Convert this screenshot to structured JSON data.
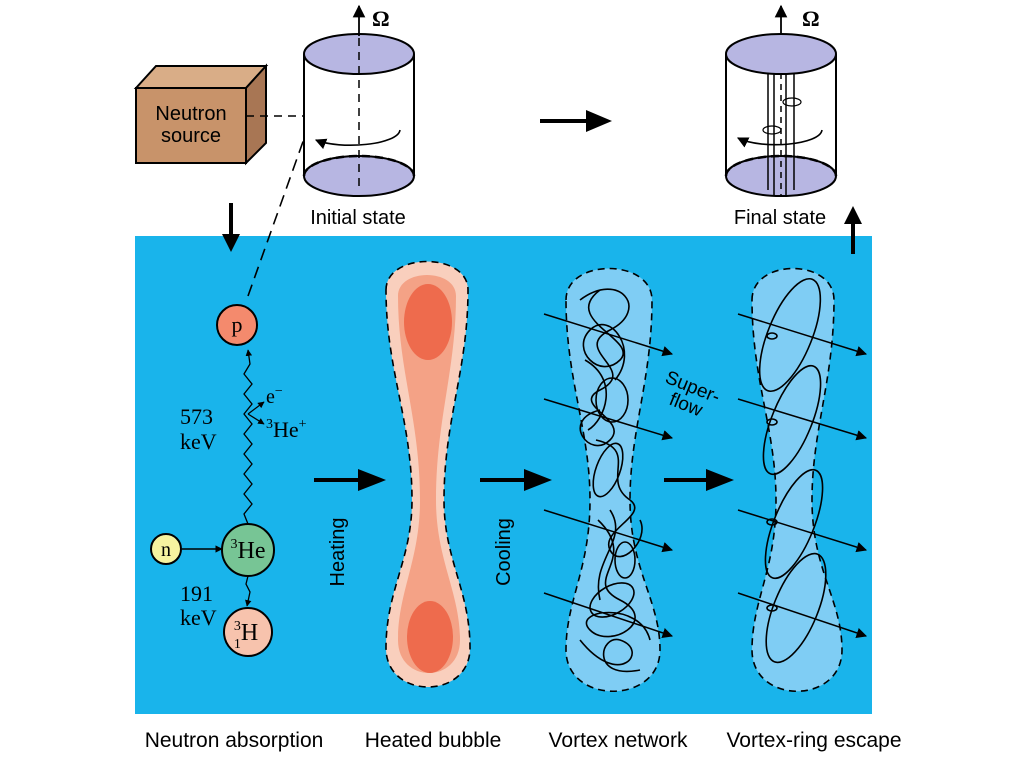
{
  "colors": {
    "panel": "#19b4eb",
    "cube_front": "#c8936a",
    "cube_top": "#d9ad87",
    "cube_side": "#a87654",
    "cylinder_cap": "#b7b6e2",
    "proton": "#f48a6d",
    "neutron": "#f6f3a0",
    "helium": "#77c595",
    "tritium": "#f7c3ad",
    "bubble_outer": "#f9cfbd",
    "bubble_mid": "#f4a286",
    "bubble_inner": "#ee6b4d",
    "vortex_region": "#7fcdf4",
    "star": "#e82c2c"
  },
  "top": {
    "source_line1": "Neutron",
    "source_line2": "source",
    "omega_left": "Ω",
    "omega_right": "Ω",
    "initial_state": "Initial state",
    "final_state": "Final state"
  },
  "reaction": {
    "proton": "p",
    "neutron": "n",
    "helium_sup": "3",
    "helium": "He",
    "tritium_sup": "3",
    "tritium_sub": "1",
    "tritium": "H",
    "energy1_value": "573",
    "energy1_unit": "keV",
    "energy2_value": "191",
    "energy2_unit": "keV",
    "electron": "e",
    "electron_sup": "−",
    "ion_sup": "3",
    "ion": "He",
    "ion_charge": "+"
  },
  "process": {
    "heating": "Heating",
    "cooling": "Cooling",
    "superflow_line1": "Super-",
    "superflow_line2": "flow"
  },
  "captions": {
    "stage1": "Neutron absorption",
    "stage2": "Heated bubble",
    "stage3": "Vortex network",
    "stage4": "Vortex-ring escape"
  }
}
